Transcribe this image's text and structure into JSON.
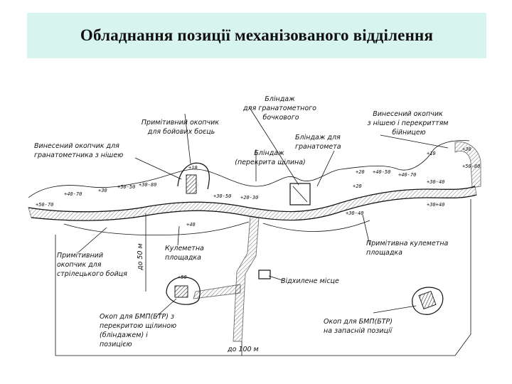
{
  "slide": {
    "title": "Обладнання позиції механізованого відділення",
    "accent_color": "#d7f4ef"
  },
  "labels": {
    "grenade_launcher_dugout": [
      "Бліндаж",
      "для гранатометного",
      "бочкового"
    ],
    "simplified_trench_machine_gunner": [
      "Примітивний окопчик",
      "для бойових боєць"
    ],
    "remote_trench_grenadier": [
      "Винесений окопчик для",
      "гранатометника з нішею"
    ],
    "dugout_covered": [
      "Бліндаж",
      "(перекрита щілина)"
    ],
    "grenadier_dugout": [
      "Бліндаж для",
      "гранатомета"
    ],
    "remote_trench_observer": [
      "Винесений окопчик",
      "з нішею і перекриттям",
      "бійницею"
    ],
    "simplified_trench_rifleman": [
      "Примітивний",
      "окопчик для",
      "стрілецького бойця"
    ],
    "distance_50": "до 50 м",
    "reserve_area": [
      "Кулеметна",
      "площадка"
    ],
    "machine_gun_platform": [
      "Примітивна кулеметна",
      "площадка"
    ],
    "branch_trench": "Відхилене місце",
    "bmp_covered": [
      "Окоп для БМП(БТР) з",
      "перекритою щілиною",
      "(бліндажем) і",
      "позицією"
    ],
    "bmp_reserve": [
      "Окоп для БМП(БТР)",
      "на запасній позиції"
    ],
    "distance_100": "до 100 м"
  },
  "marks": [
    "+10",
    "+40-70",
    "+30",
    "+50-50",
    "+30-80",
    "+50-70",
    "+30-50",
    "+20-30",
    "+20",
    "+40-50",
    "+40-70",
    "+30-40",
    "+30+40",
    "+10",
    "+30-40",
    "+50",
    "+20",
    "+50-80",
    "+30",
    "+40"
  ]
}
